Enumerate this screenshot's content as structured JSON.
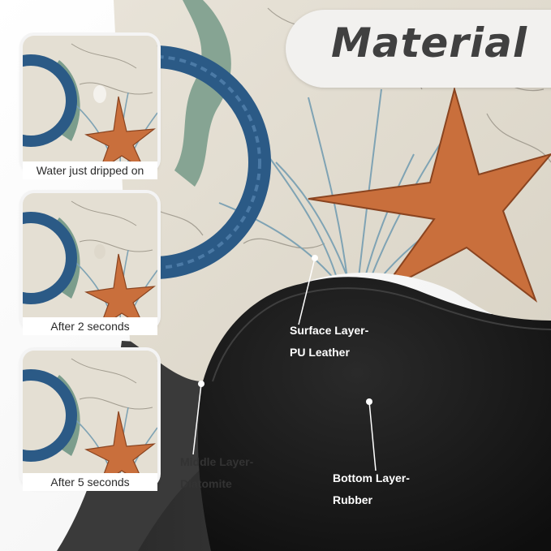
{
  "title": "Material",
  "thumbnails": [
    {
      "caption": "Water just dripped on"
    },
    {
      "caption": "After 2 seconds"
    },
    {
      "caption": "After 5 seconds"
    }
  ],
  "layers": {
    "surface": {
      "line1": "Surface Layer-",
      "line2": "PU Leather"
    },
    "middle": {
      "line1": "Middle Layer-",
      "line2": "Diatomite"
    },
    "bottom": {
      "line1": "Bottom Layer-",
      "line2": "Rubber"
    }
  },
  "colors": {
    "map_bg": "#e6e1d6",
    "ring_blue": "#2b5a86",
    "starfish": "#c96f3c",
    "coral": "#7a9fb0",
    "mat_black": "#1b1b1b",
    "title_text": "#404040"
  }
}
